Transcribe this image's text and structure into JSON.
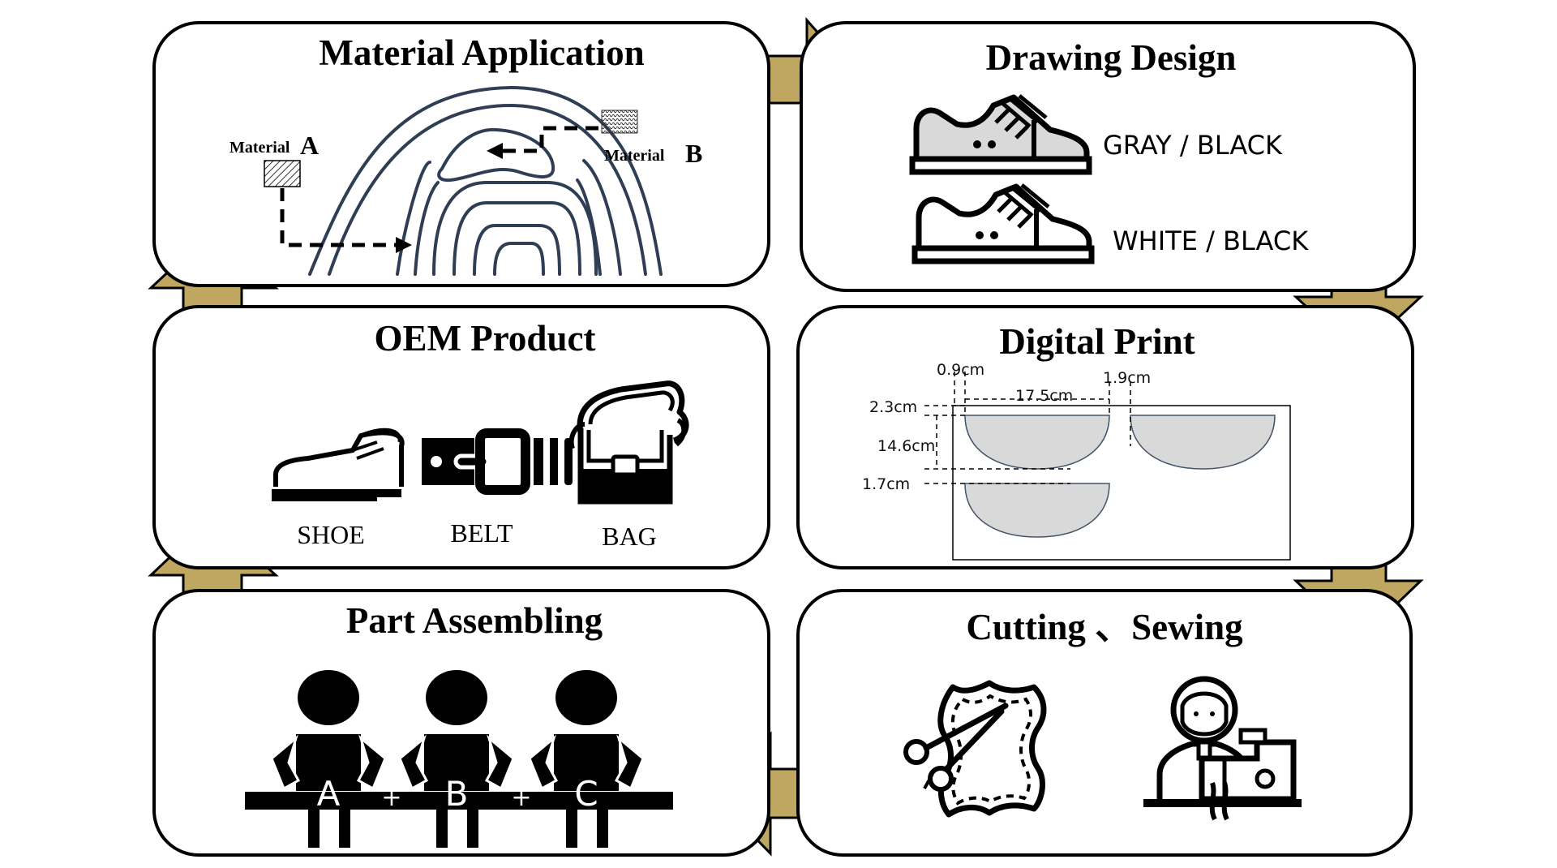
{
  "colors": {
    "arrow": "#BFA762",
    "arrow_stroke": "#000000",
    "panel_border": "#000000",
    "shoe_fill": "#D9D9D9",
    "pattern_fill": "#D9D9D9",
    "pattern_stroke": "#44546A",
    "layer_stroke": "#2F3E55"
  },
  "panels": {
    "material_application": {
      "title": "Material  Application",
      "material_a_prefix": "Material",
      "material_a_letter": "A",
      "material_b_prefix": "Material",
      "material_b_letter": "B"
    },
    "drawing_design": {
      "title": "Drawing Design",
      "variant_1": "GRAY / BLACK",
      "variant_2": "WHITE / BLACK"
    },
    "oem_product": {
      "title": "OEM Product",
      "item_1": "SHOE",
      "item_2": "BELT",
      "item_3": "BAG"
    },
    "digital_print": {
      "title": "Digital Print",
      "m_top_left": "0.9cm",
      "m_width": "17.5cm",
      "m_gap": "1.9cm",
      "m_top": "2.3cm",
      "m_height": "14.6cm",
      "m_row_gap": "1.7cm"
    },
    "part_assembling": {
      "title": "Part Assembling",
      "worker_1": "A",
      "plus_1": "+",
      "worker_2": "B",
      "plus_2": "+",
      "worker_3": "C"
    },
    "cutting_sewing": {
      "title": "Cutting 、Sewing"
    }
  },
  "icons": {
    "shoe_gray": "sneaker-icon",
    "shoe_white": "sneaker-icon",
    "shoe": "dress-shoe-icon",
    "belt": "belt-icon",
    "bag": "bag-icon",
    "leather": "leather-cutting-icon",
    "sewing": "sewing-machine-icon",
    "worker": "person-icon"
  }
}
